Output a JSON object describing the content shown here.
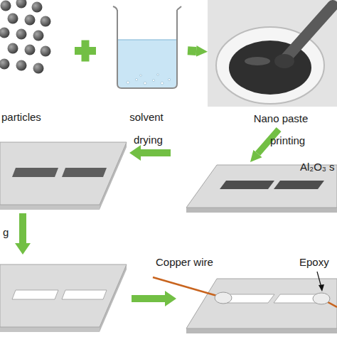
{
  "diagram": {
    "nodes": [
      {
        "text": [
          "particles"
        ]
      },
      {
        "text": [
          "solvent"
        ]
      },
      {
        "text": [
          "Nano paste"
        ]
      },
      {
        "text": [
          "Al₂O₃ s"
        ]
      },
      {
        "text": [
          "Copper wire",
          "Epoxy"
        ]
      }
    ],
    "edges": [
      {
        "from": 1,
        "to": 2,
        "arrow": "to"
      },
      {
        "from": 2,
        "to": 3,
        "label": "printing",
        "arrow": "to"
      }
    ],
    "labels": [
      "drying",
      "g"
    ]
  }
}
